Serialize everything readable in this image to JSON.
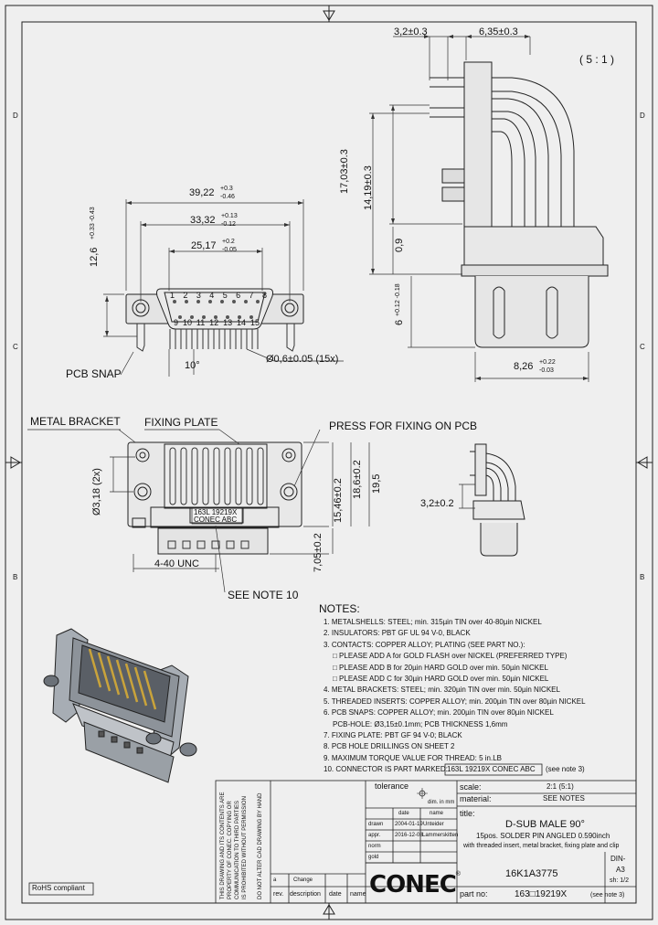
{
  "scale_top": "( 5 : 1 )",
  "dims": {
    "d_3_2": "3,2±0.3",
    "d_6_35": "6,35±0.3",
    "d_39_22": "39,22",
    "d_39_22_tol_up": "+0.3",
    "d_39_22_tol_dn": "-0.46",
    "d_33_32": "33,32",
    "d_33_32_tol_up": "+0.13",
    "d_33_32_tol_dn": "-0.12",
    "d_25_17": "25,17",
    "d_25_17_tol_up": "+0.2",
    "d_25_17_tol_dn": "-0.05",
    "d_12_6": "12,6",
    "d_12_6_tol": "+0.33 -0.43",
    "d_17_03": "17,03±0.3",
    "d_14_19": "14,19±0.3",
    "d_0_9": "0,9",
    "d_6": "6",
    "d_6_tol": "+0.12 -0.18",
    "d_8_26": "8,26",
    "d_8_26_tol_up": "+0.22",
    "d_8_26_tol_dn": "-0.03",
    "d_10deg": "10°",
    "d_0_6": "Ø0,6±0.05 (15x)",
    "d_3_18": "Ø3,18 (2x)",
    "d_15_46": "15,46±0.2",
    "d_18_6": "18,6±0.2",
    "d_19_5": "19,5",
    "d_7_05": "7,05±0.2",
    "d_3_2b": "3,2±0.2",
    "d_4_40": "4-40 UNC"
  },
  "labels": {
    "pcb_snap": "PCB SNAP",
    "metal_bracket": "METAL BRACKET",
    "fixing_plate": "FIXING PLATE",
    "press_fixing": "PRESS FOR FIXING ON PCB",
    "see_note_10": "SEE NOTE 10",
    "marking_line1": "163L 19219X",
    "marking_line2": "CONEC ABC",
    "rohs": "RoHS compliant"
  },
  "pins_top": [
    "1",
    "2",
    "3",
    "4",
    "5",
    "6",
    "7",
    "8"
  ],
  "pins_bottom": [
    "9",
    "10",
    "11",
    "12",
    "13",
    "14",
    "15"
  ],
  "notes": {
    "title": "NOTES:",
    "items": [
      "1. METALSHELLS: STEEL; min. 315µin TIN over 40-80µin NICKEL",
      "2. INSULATORS: PBT GF UL 94 V-0, BLACK",
      "3. CONTACTS: COPPER ALLOY; PLATING (SEE PART NO.):",
      "□ PLEASE ADD A for GOLD FLASH over NICKEL (PREFERRED TYPE)",
      "□ PLEASE ADD B for 20µin HARD GOLD over min. 50µin NICKEL",
      "□ PLEASE ADD C for 30µin HARD GOLD over min. 50µin NICKEL",
      "4. METAL BRACKETS: STEEL; min. 320µin TIN over min. 50µin NICKEL",
      "5. THREADED INSERTS: COPPER ALLOY; min. 200µin TIN over 80µin NICKEL",
      "6. PCB SNAPS: COPPER ALLOY; min. 200µin TIN over 80µin NICKEL",
      "PCB-HOLE: Ø3,15±0.1mm; PCB THICKNESS 1,6mm",
      "7. FIXING PLATE: PBT GF 94 V-0; BLACK",
      "8. PCB HOLE DRILLINGS ON SHEET 2",
      "9. MAXIMUM TORQUE VALUE FOR THREAD: 5 in.LB",
      "10. CONNECTOR IS PART MARKED:"
    ],
    "marked_box": "163L 19219X CONEC ABC",
    "marked_suffix": "(see note 3)"
  },
  "title_block": {
    "tolerance": "tolerance",
    "dim_in_mm": "dim. in mm",
    "scale_label": "scale:",
    "scale_value": "2:1 (5:1)",
    "material_label": "material:",
    "material_value": "SEE NOTES",
    "date": "date",
    "name": "name",
    "drawn_label": "drawn",
    "drawn_date": "2004-01-19",
    "drawn_name": "Unteider",
    "approved_label": "appr.",
    "approved_date": "2016-12-08",
    "approved_name": "Lammerskitten",
    "norm_label": "norm",
    "gold_label": "gold",
    "title_label": "title:",
    "title_line1": "D-SUB MALE 90°",
    "title_line2": "15pos. SOLDER PIN ANGLED 0.590inch",
    "title_line3": "with threaded insert, metal bracket, fixing plate and clip",
    "drawing_no": "16K1A3775",
    "din_label": "DIN-",
    "din_size": "A3",
    "sheet": "sh: 1/2",
    "part_no_label": "part no:",
    "part_no_value": "163□19219X",
    "part_no_note": "(see note 3)",
    "rev_label": "rev.",
    "description_label": "description",
    "date_col": "date",
    "name_col": "name",
    "a_label": "a",
    "change_label": "Change",
    "company": "CONEC",
    "registered": "®",
    "copyright_v1": "THIS DRAWING AND ITS CONTENTS ARE",
    "copyright_v2": "PROPERTY OF CONEC. COPYING OR",
    "copyright_v3": "COMMUNICATION TO THIRD PARTIES",
    "copyright_v4": "IS PROHIBITED WITHOUT PERMISSION",
    "copyright_v5": "DO NOT ALTER CAD DRAWING BY HAND"
  },
  "grid_letters": {
    "top": "D",
    "mid": "C",
    "bot": "B"
  }
}
